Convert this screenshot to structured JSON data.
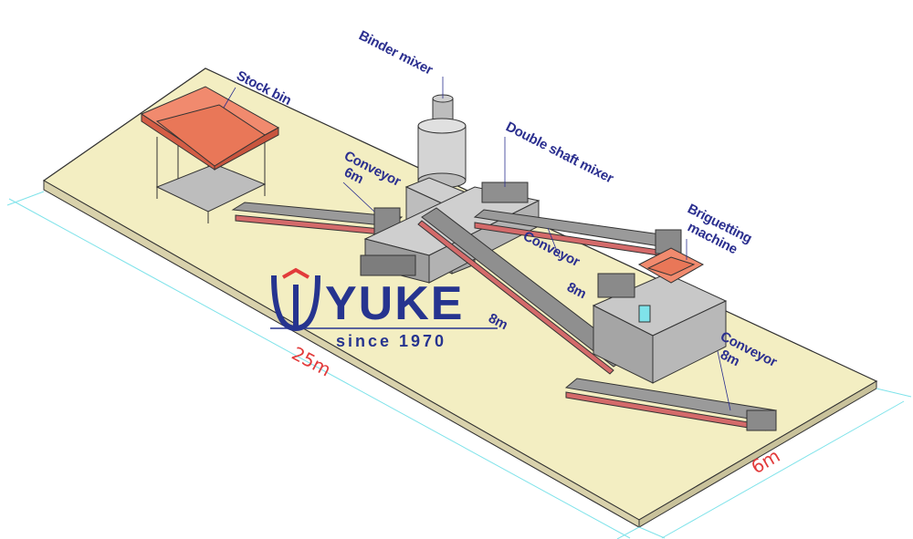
{
  "labels": {
    "binder_mixer": "Binder mixer",
    "stock_bin": "Stock bin",
    "conveyor_1": "Conveyor",
    "conveyor_1_len": "6m",
    "double_shaft_mixer": "Double shaft mixer",
    "briquetting_line1": "Briguetting",
    "briquetting_line2": "machine",
    "conveyor_2": "Conveyor",
    "conveyor_2_len": "8m",
    "conveyor_3_len": "8m",
    "conveyor_4": "Conveyor",
    "conveyor_4_len": "8m"
  },
  "dimensions": {
    "length": "25m",
    "width": "6m"
  },
  "logo": {
    "brand": "YUKE",
    "tagline": "since 1970"
  },
  "colors": {
    "floor": "#f3eec2",
    "machinery": "#c8c8c8",
    "hopper": "#e8745a",
    "belt": "#d46a6a",
    "label": "#2b2f8f",
    "dimension_line": "#7fe3ea",
    "dimension_text": "#e23b3b",
    "logo": "#26348f"
  }
}
